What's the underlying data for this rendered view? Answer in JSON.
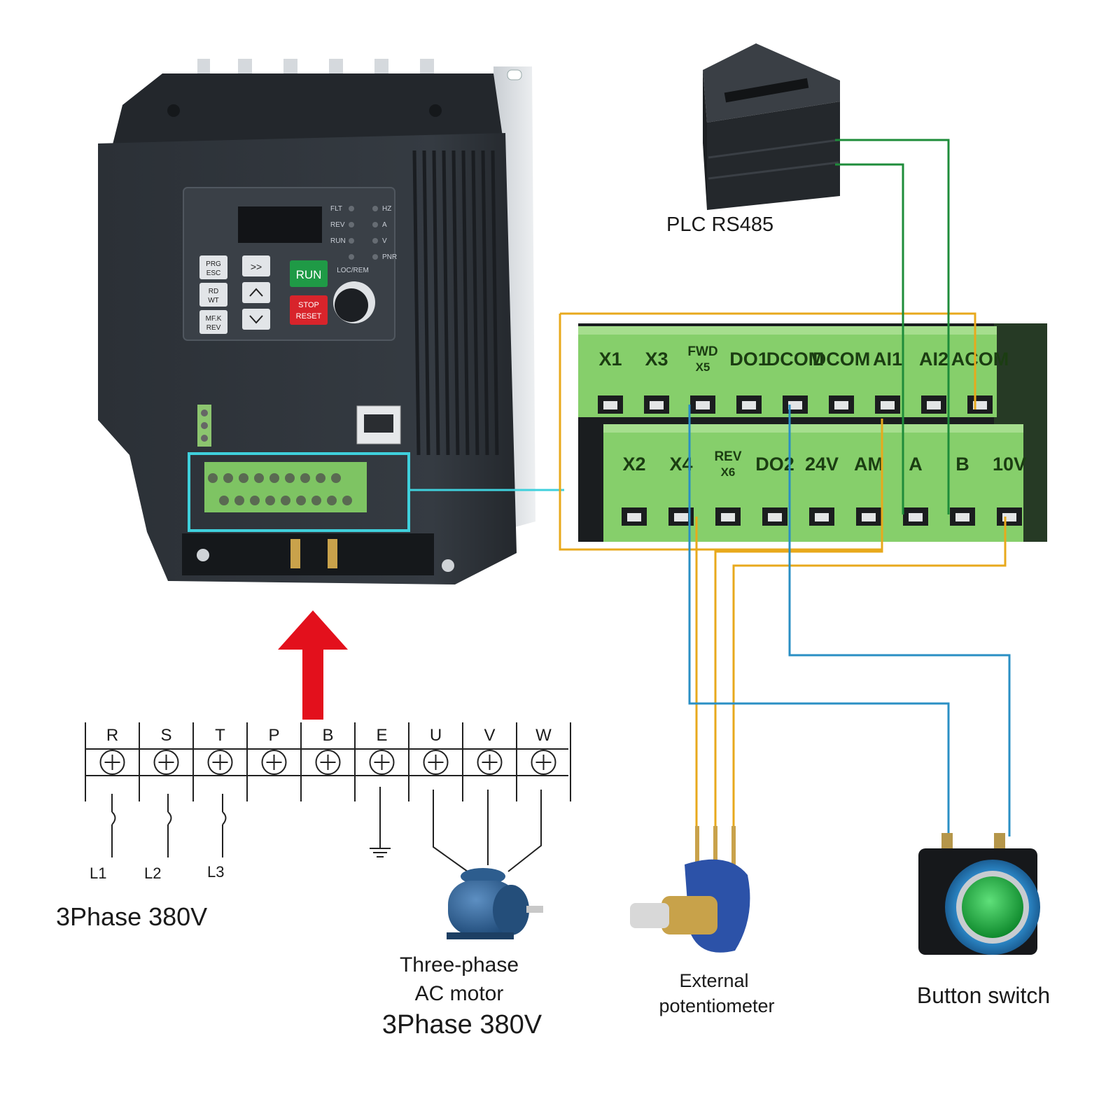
{
  "vfd": {
    "keypad": {
      "prg_esc": [
        "PRG",
        "ESC"
      ],
      "rd_wt": [
        "RD",
        "WT"
      ],
      "mf_rev": [
        "MF.K",
        "REV"
      ],
      "shift": ">>",
      "run": "RUN",
      "stop_reset": [
        "STOP",
        "RESET"
      ],
      "loc_rem": "LOC/REM"
    },
    "leds_left": [
      "FLT",
      "REV",
      "RUN"
    ],
    "leds_right": [
      "HZ",
      "A",
      "V",
      "PNR"
    ]
  },
  "plc_label": "PLC RS485",
  "terminals_top": [
    {
      "l1": "X1"
    },
    {
      "l1": "X3"
    },
    {
      "l1": "FWD",
      "l2": "X5"
    },
    {
      "l1": "DO1"
    },
    {
      "l1": "DCOM"
    },
    {
      "l1": "DCOM"
    },
    {
      "l1": "AI1"
    },
    {
      "l1": "AI2"
    },
    {
      "l1": "ACOM"
    }
  ],
  "terminals_bottom": [
    {
      "l1": "X2"
    },
    {
      "l1": "X4"
    },
    {
      "l1": "REV",
      "l2": "X6"
    },
    {
      "l1": "DO2"
    },
    {
      "l1": "24V"
    },
    {
      "l1": "AM"
    },
    {
      "l1": "A"
    },
    {
      "l1": "B"
    },
    {
      "l1": "10V"
    }
  ],
  "power_terminals": [
    "R",
    "S",
    "T",
    "P",
    "B",
    "E",
    "U",
    "V",
    "W"
  ],
  "line_labels": [
    "L1",
    "L2",
    "L3"
  ],
  "supply_label": "3Phase  380V",
  "motor_label_1": "Three-phase",
  "motor_label_2": "AC motor",
  "motor_supply_label": "3Phase  380V",
  "pot_label_1": "External",
  "pot_label_2": "potentiometer",
  "button_label": "Button switch",
  "colors": {
    "plc_wire": "#1e8c3a",
    "analog_wire": "#e8a91c",
    "switch_wire": "#2a8fc4",
    "highlight": "#3fd0dc",
    "arrow": "#e3101c",
    "terminal_green": "#86cf6b"
  }
}
